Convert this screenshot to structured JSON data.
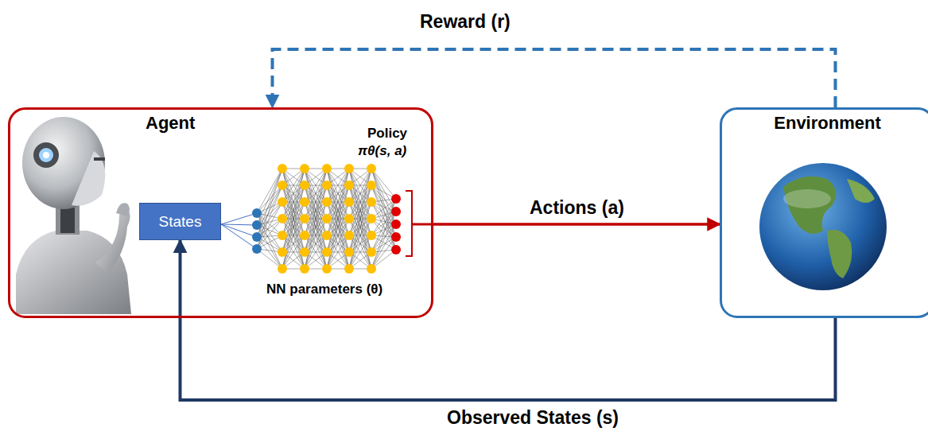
{
  "diagram": {
    "nodes": [
      {
        "text": [
          "Agent"
        ]
      },
      {
        "text": [
          "States"
        ],
        "in": 0
      },
      {
        "text": [
          "Environment"
        ]
      }
    ],
    "edges": [
      {
        "from": 0,
        "to": 2,
        "arrow": "to",
        "label": "Actions (a)"
      },
      {
        "from": 2,
        "to": 0,
        "arrow": "to",
        "label": "Reward (r)"
      },
      {
        "from": 2,
        "to": 1,
        "arrow": "to",
        "label": "Observed States (s)"
      }
    ],
    "labels": [
      "Policy",
      "πθ(s, a)",
      "NN parameters (θ)"
    ]
  }
}
